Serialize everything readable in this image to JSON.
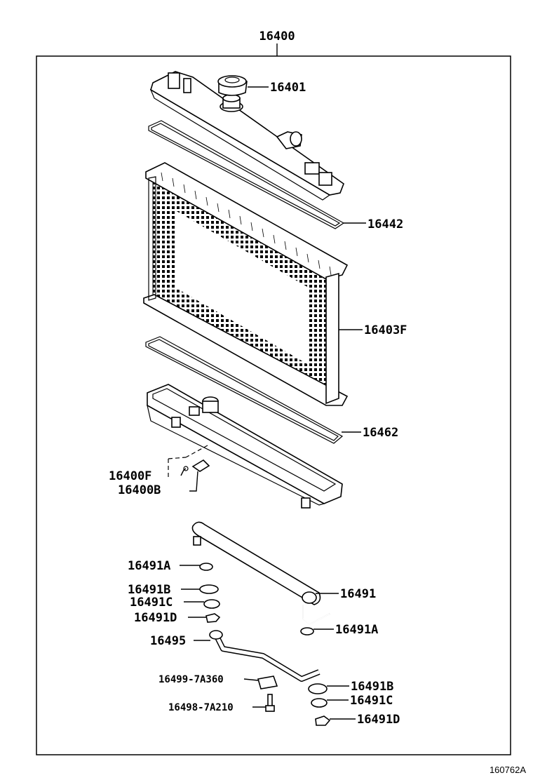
{
  "assembly_label": "16400",
  "figure_id": "160762A",
  "parts": {
    "cap": "16401",
    "upper_gasket": "16442",
    "core": "16403F",
    "lower_gasket": "16462",
    "drain_plug_o_ring": "16400F",
    "drain_cock_plug": "16400B",
    "cooler_washer_a_top": "16491A",
    "cooler_washer_b_left": "16491B",
    "cooler_washer_c_left": "16491C",
    "cooler_nut_d_left": "16491D",
    "oil_cooler": "16491",
    "cooler_washer_a_right": "16491A",
    "cooler_hose": "16495",
    "clamp": "16499-7A360",
    "bolt": "16498-7A210",
    "cooler_washer_b_right": "16491B",
    "cooler_washer_c_right": "16491C",
    "cooler_nut_d_right": "16491D"
  }
}
